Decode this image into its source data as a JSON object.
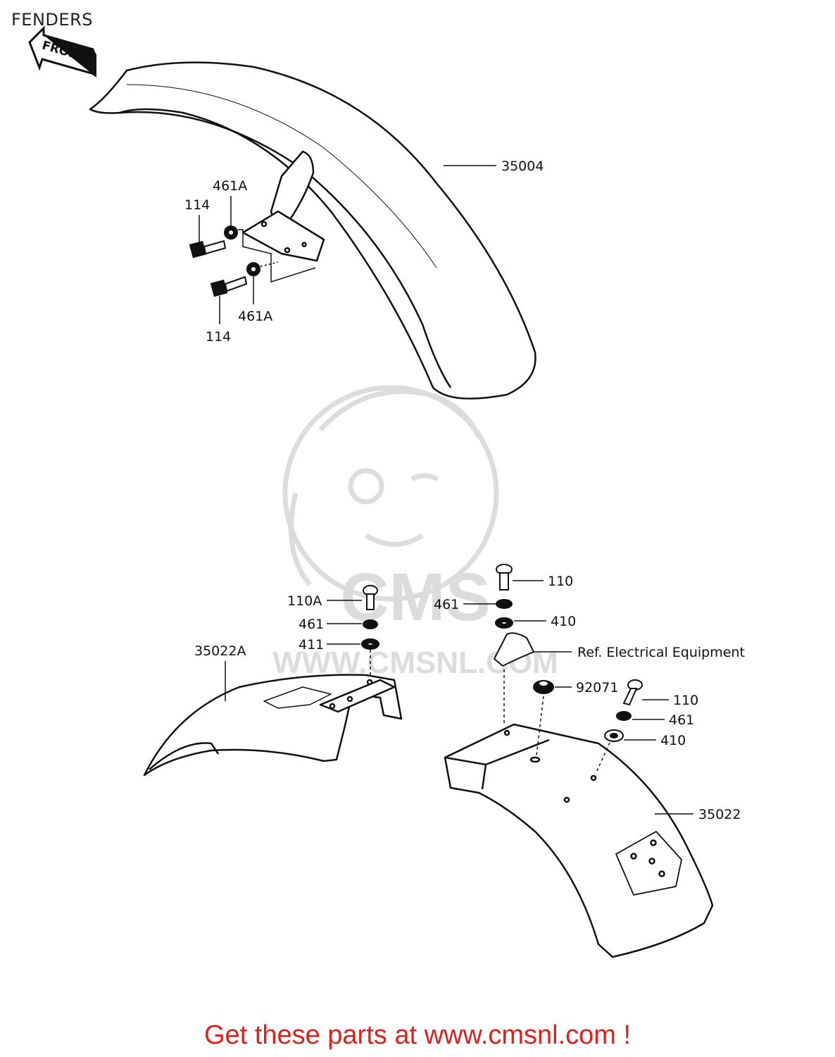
{
  "page": {
    "title": "FENDERS",
    "footer_text": "Get these parts at www.cmsnl.com !"
  },
  "diagram": {
    "front_arrow_label": "FRONT",
    "watermark": {
      "brand": "CMS",
      "url": "WWW.CMSNL.COM"
    },
    "callouts": {
      "front_fender": "35004",
      "bolt_upper": "114",
      "bolt_lower": "114",
      "washer_upper": "461A",
      "washer_lower": "461A",
      "rear_fender_a": "35022A",
      "rear_fender": "35022",
      "bolt_110a": "110A",
      "washer_461_left": "461",
      "washer_411": "411",
      "bolt_110_top": "110",
      "washer_461_mid": "461",
      "washer_410_top": "410",
      "ref_note": "Ref.  Electrical Equipment",
      "grommet": "92071",
      "bolt_110_right": "110",
      "washer_461_right": "461",
      "washer_410_right": "410"
    }
  },
  "colors": {
    "line": "#111111",
    "watermark": "#dcdcdc",
    "footer": "#e0201a"
  }
}
